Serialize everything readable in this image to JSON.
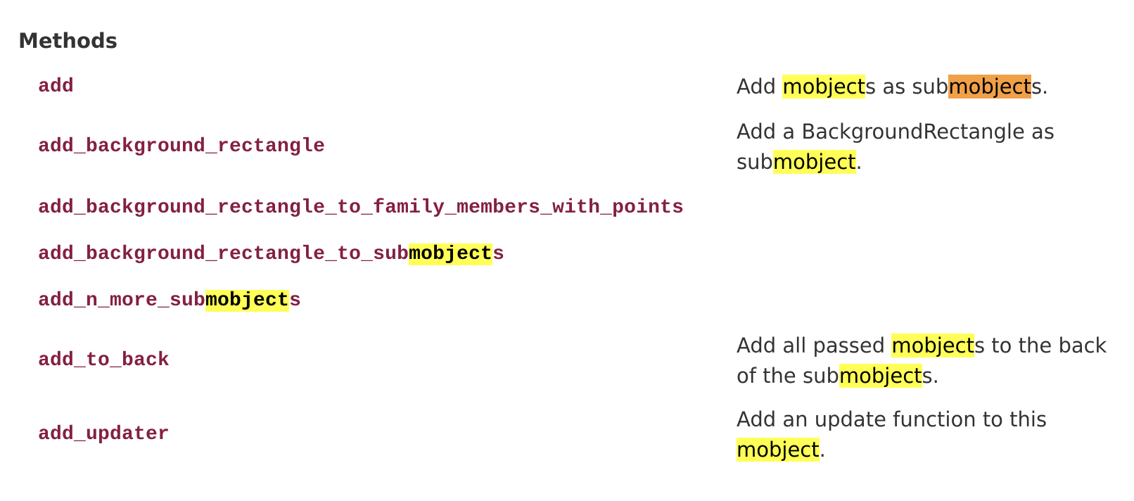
{
  "section": {
    "title": "Methods"
  },
  "methods": [
    {
      "name": [
        {
          "text": "add",
          "hl": ""
        }
      ],
      "desc": [
        {
          "text": "Add ",
          "hl": ""
        },
        {
          "text": "mobject",
          "hl": "match"
        },
        {
          "text": "s as sub",
          "hl": ""
        },
        {
          "text": "mobject",
          "hl": "current"
        },
        {
          "text": "s.",
          "hl": ""
        }
      ]
    },
    {
      "name": [
        {
          "text": "add_background_rectangle",
          "hl": ""
        }
      ],
      "desc": [
        {
          "text": "Add a BackgroundRectangle as sub",
          "hl": ""
        },
        {
          "text": "mobject",
          "hl": "match"
        },
        {
          "text": ".",
          "hl": ""
        }
      ]
    },
    {
      "name": [
        {
          "text": "add_background_rectangle_to_family_members_with_points",
          "hl": ""
        }
      ],
      "desc": []
    },
    {
      "name": [
        {
          "text": "add_background_rectangle_to_sub",
          "hl": ""
        },
        {
          "text": "mobject",
          "hl": "match"
        },
        {
          "text": "s",
          "hl": ""
        }
      ],
      "desc": []
    },
    {
      "name": [
        {
          "text": "add_n_more_sub",
          "hl": ""
        },
        {
          "text": "mobject",
          "hl": "match"
        },
        {
          "text": "s",
          "hl": ""
        }
      ],
      "desc": []
    },
    {
      "name": [
        {
          "text": "add_to_back",
          "hl": ""
        }
      ],
      "desc": [
        {
          "text": "Add all passed ",
          "hl": ""
        },
        {
          "text": "mobject",
          "hl": "match"
        },
        {
          "text": "s to the back of the sub",
          "hl": ""
        },
        {
          "text": "mobject",
          "hl": "match"
        },
        {
          "text": "s.",
          "hl": ""
        }
      ]
    },
    {
      "name": [
        {
          "text": "add_updater",
          "hl": ""
        }
      ],
      "desc": [
        {
          "text": "Add an update function to this ",
          "hl": ""
        },
        {
          "text": "mobject",
          "hl": "match"
        },
        {
          "text": ".",
          "hl": ""
        }
      ]
    }
  ]
}
